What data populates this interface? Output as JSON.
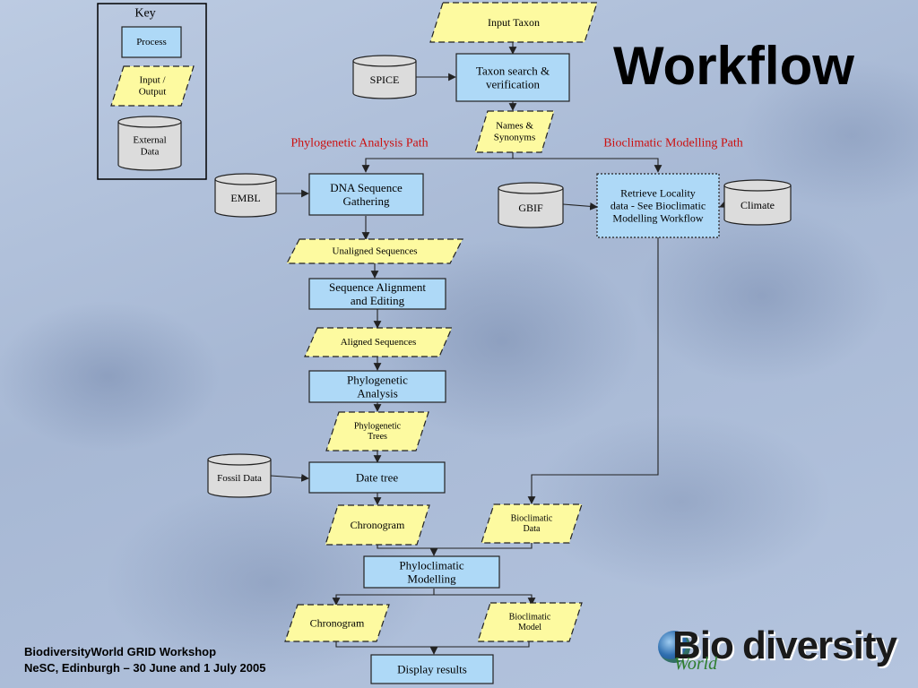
{
  "slide": {
    "title": "Workflow",
    "footer_line1": "BiodiversityWorld GRID Workshop",
    "footer_line2": "NeSC, Edinburgh – 30 June and 1 July 2005",
    "logo_prefix": "Bio",
    "logo_main": "diversity",
    "logo_sub": "World"
  },
  "key": {
    "title": "Key",
    "process": "Process",
    "io_line1": "Input /",
    "io_line2": "Output",
    "ext_line1": "External",
    "ext_line2": "Data"
  },
  "paths": {
    "phylo": "Phylogenetic Analysis Path",
    "bioclim": "Bioclimatic Modelling Path"
  },
  "nodes": {
    "input_taxon": [
      "Input Taxon"
    ],
    "spice": [
      "SPICE"
    ],
    "taxon_search": [
      "Taxon search &",
      "verification"
    ],
    "names_synonyms": [
      "Names &",
      "Synonyms"
    ],
    "embl": [
      "EMBL"
    ],
    "dna_seq": [
      "DNA Sequence",
      "Gathering"
    ],
    "gbif": [
      "GBIF"
    ],
    "retrieve_locality": [
      "Retrieve Locality",
      "data - See Bioclimatic",
      "Modelling Workflow"
    ],
    "climate": [
      "Climate"
    ],
    "unaligned": [
      "Unaligned Sequences"
    ],
    "seq_align": [
      "Sequence Alignment",
      "and Editing"
    ],
    "aligned": [
      "Aligned Sequences"
    ],
    "phylo_analysis": [
      "Phylogenetic",
      "Analysis"
    ],
    "phylo_trees": [
      "Phylogenetic",
      "Trees"
    ],
    "fossil": [
      "Fossil Data"
    ],
    "date_tree": [
      "Date tree"
    ],
    "chronogram1": [
      "Chronogram"
    ],
    "bioclim_data": [
      "Bioclimatic",
      "Data"
    ],
    "phyloclimatic": [
      "Phyloclimatic",
      "Modelling"
    ],
    "chronogram2": [
      "Chronogram"
    ],
    "bioclim_model": [
      "Bioclimatic",
      "Model"
    ],
    "display": [
      "Display results"
    ]
  },
  "colors": {
    "process_fill": "#aed9f7",
    "io_fill": "#fdfaa0",
    "ext_fill": "#dcdcdc",
    "path_label": "#cc1010",
    "stroke": "#222222"
  }
}
